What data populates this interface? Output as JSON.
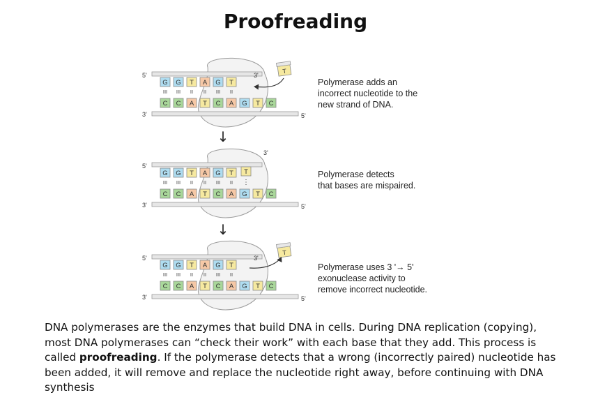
{
  "title": "Proofreading",
  "colors": {
    "G": "#aedcf0",
    "C": "#a9d79a",
    "T": "#f6e9a0",
    "A": "#f6c8a6",
    "polymerase": "#f3f3f3",
    "strand": "#e6e6e6"
  },
  "labels": {
    "five_prime": "5'",
    "three_prime": "3'",
    "arrow_down": "↓"
  },
  "strands": {
    "new": [
      "G",
      "G",
      "T",
      "A",
      "G",
      "T"
    ],
    "template": [
      "C",
      "C",
      "A",
      "T",
      "C",
      "A",
      "G",
      "T",
      "C"
    ],
    "pair_marks": [
      "III",
      "III",
      "II",
      "II",
      "III",
      "II"
    ],
    "incorrect": "T",
    "mismatch_mark": "⋮"
  },
  "steps": [
    {
      "caption": [
        "Polymerase adds an",
        "incorrect nucleotide to the",
        "new strand of DNA."
      ]
    },
    {
      "caption": [
        "Polymerase detects",
        "that bases are mispaired."
      ]
    },
    {
      "caption": [
        "Polymerase uses 3 '→ 5'",
        "exonuclease activity to",
        "remove incorrect nucleotide."
      ]
    }
  ],
  "body": {
    "part1": "DNA polymerases are the enzymes that build DNA in cells. During DNA replication (copying), most DNA polymerases can “check their work” with each base that they add. This process is called ",
    "bold": "proofreading",
    "part2": ". If the polymerase detects that a wrong (incorrectly paired) nucleotide has been added, it will remove and replace the nucleotide right away, before continuing with DNA synthesis"
  }
}
